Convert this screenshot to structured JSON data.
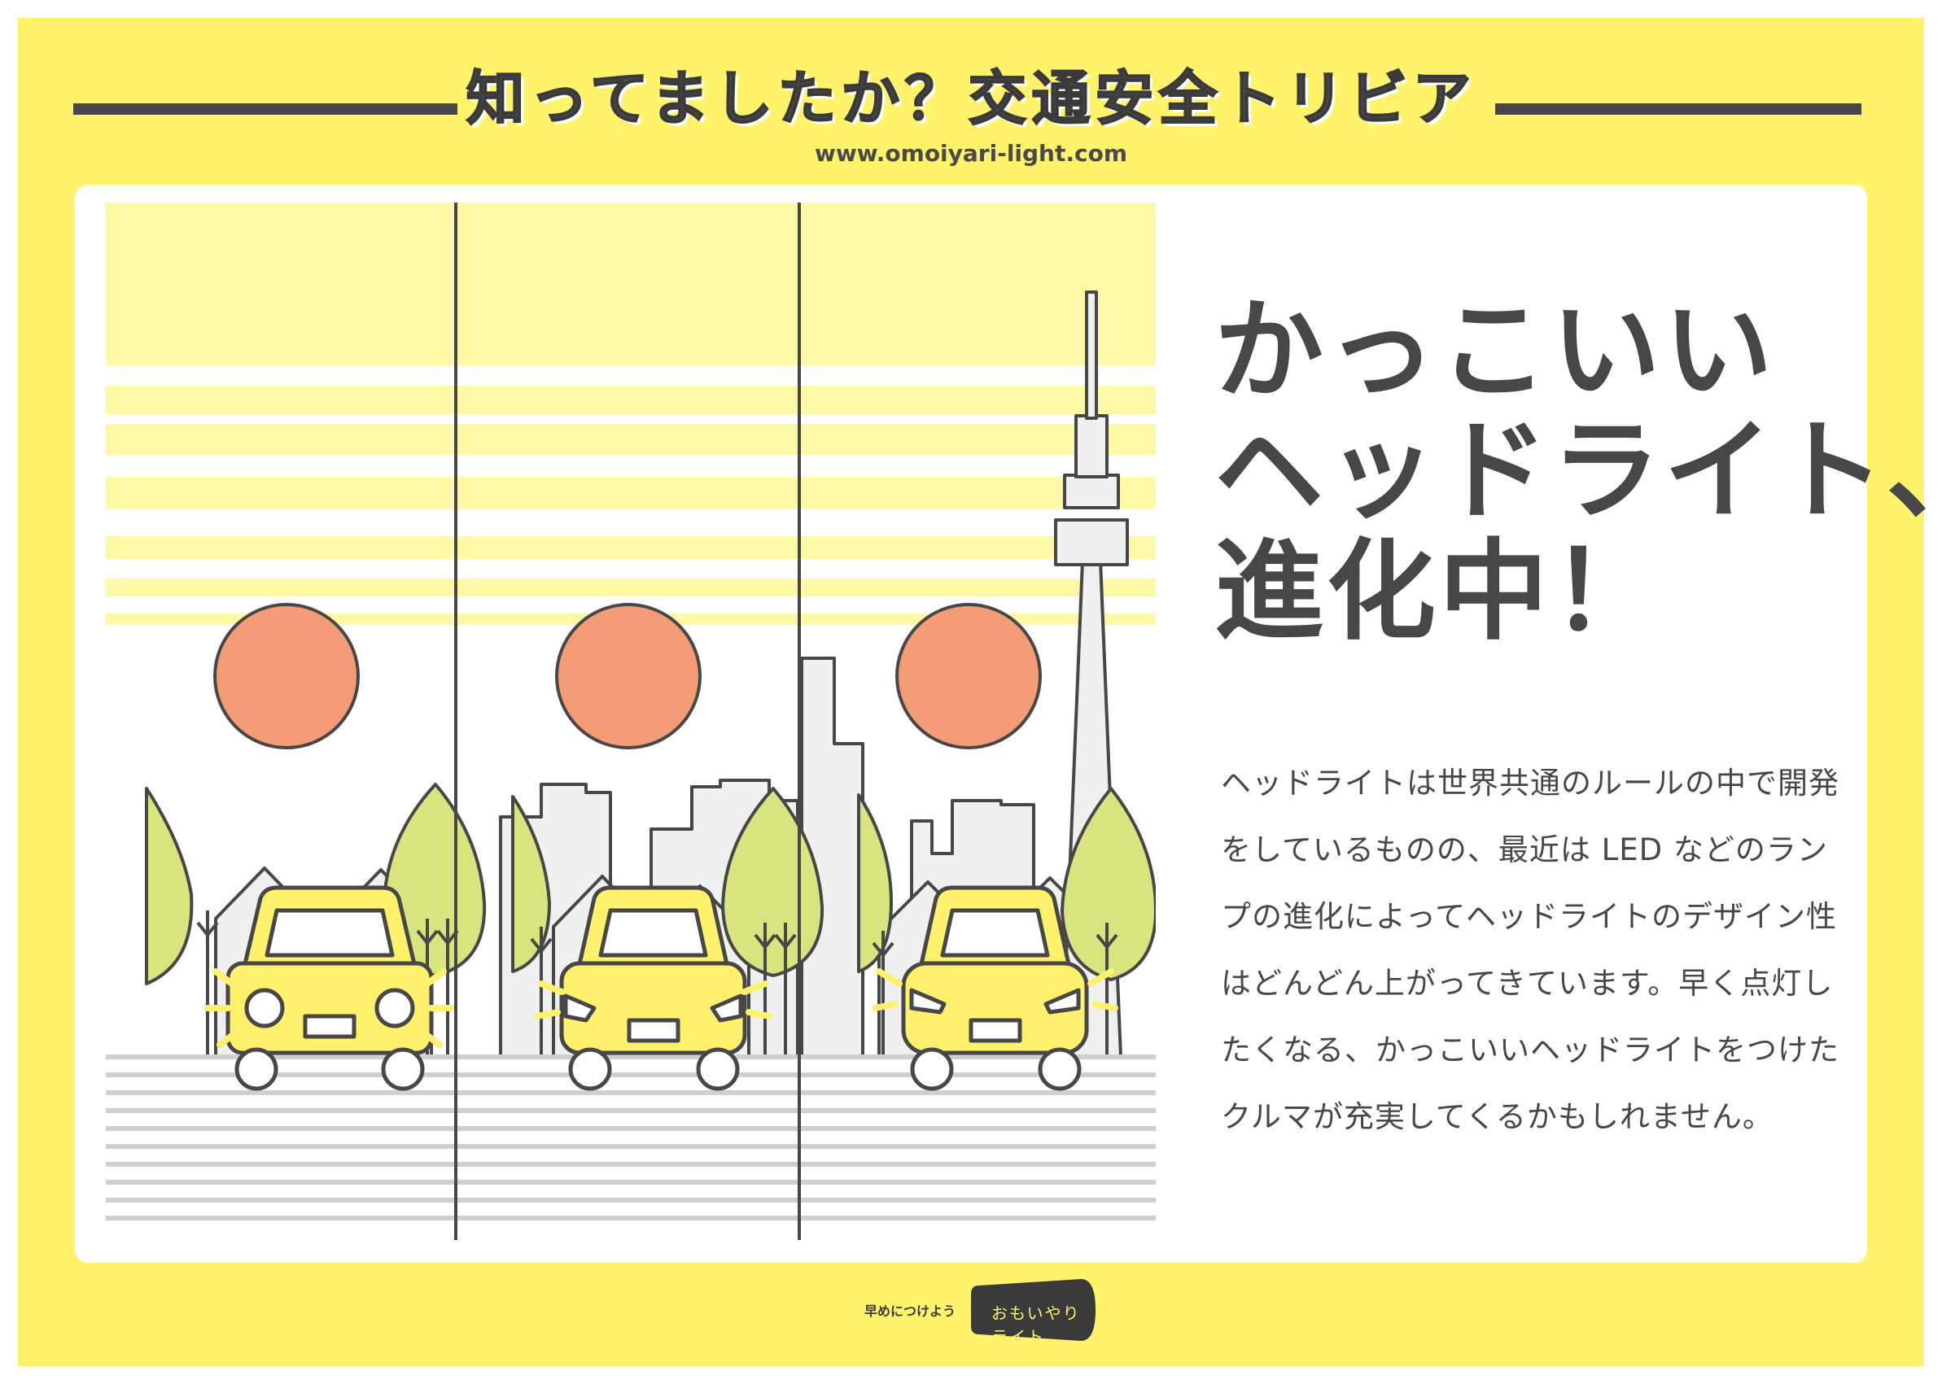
{
  "header": {
    "title": "知ってましたか？交通安全トリビア",
    "url": "www.omoiyari-light.com"
  },
  "headline": {
    "lines": [
      "かっこいい",
      "ヘッドライト、",
      "進化中！"
    ]
  },
  "body": {
    "text": "ヘッドライトは世界共通のルールの中で開発をしているものの、最近は LED などのランプの進化によってヘッドライトのデザイン性はどんどん上がってきています。早く点灯したくなる、かっこいいヘッドライトをつけたクルマが充実してくるかもしれません。"
  },
  "footer": {
    "tagline": "早めにつけよう",
    "logo_text": "おもいやりライト"
  },
  "colors": {
    "background": "#fff36b",
    "sky_stripe": "#fff8a6",
    "sun": "#f39c75",
    "tree": "#d8e57f",
    "car": "#fff16b",
    "building": "#f0f0f0",
    "ink": "#474747"
  },
  "icons": [
    "sun-icon",
    "tree-icon",
    "building-icon",
    "car-icon",
    "tower-icon",
    "headlight-glow-icon"
  ]
}
